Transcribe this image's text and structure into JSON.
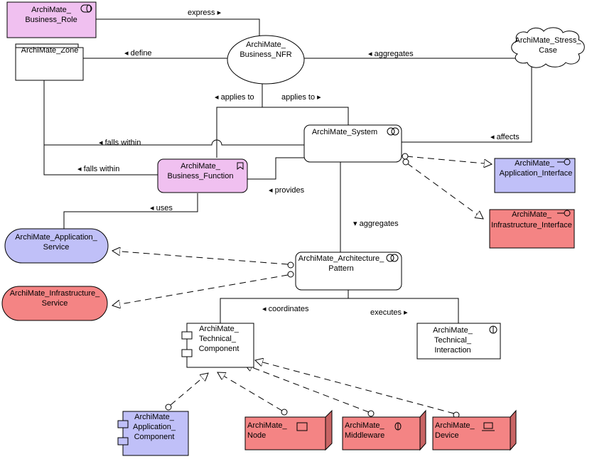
{
  "colors": {
    "business": "#F0C0F0",
    "application": "#C0C0F8",
    "infrastructure": "#F48484",
    "default": "#FFFFFF",
    "node_side": "#C86464"
  },
  "nodes": {
    "business_role": {
      "lines": [
        "ArchiMate_",
        "Business_Role"
      ],
      "icon": "role-icon"
    },
    "zone": {
      "lines": [
        "ArchiMate_Zone"
      ],
      "icon": "zone-tab-icon"
    },
    "business_nfr": {
      "lines": [
        "ArchiMate_",
        "Business_NFR"
      ],
      "icon": "ellipse-shape"
    },
    "stress_case": {
      "lines": [
        "ArchiMate_Stress_",
        "Case"
      ],
      "icon": "cloud-shape"
    },
    "system": {
      "lines": [
        "ArchiMate_System"
      ],
      "icon": "collaboration-icon"
    },
    "business_function": {
      "lines": [
        "ArchiMate_",
        "Business_Function"
      ],
      "icon": "function-bookmark-icon"
    },
    "application_interface": {
      "lines": [
        "ArchiMate_",
        "Application_Interface"
      ],
      "icon": "interface-icon"
    },
    "infrastructure_interface": {
      "lines": [
        "ArchiMate_",
        "Infrastructure_Interface"
      ],
      "icon": "interface-icon"
    },
    "application_service": {
      "lines": [
        "ArchiMate_Application_",
        "Service"
      ],
      "icon": "service-shape"
    },
    "infrastructure_service": {
      "lines": [
        "ArchiMate_Infrastructure_",
        "Service"
      ],
      "icon": "service-shape"
    },
    "architecture_pattern": {
      "lines": [
        "ArchiMate_Architecture_",
        "Pattern"
      ],
      "icon": "collaboration-icon"
    },
    "technical_component": {
      "lines": [
        "ArchiMate_",
        "Technical_",
        "Component"
      ],
      "icon": "component-icon"
    },
    "technical_interaction": {
      "lines": [
        "ArchiMate_",
        "Technical_",
        "Interaction"
      ],
      "icon": "interaction-icon"
    },
    "application_component": {
      "lines": [
        "ArchiMate_",
        "Application_",
        "Component"
      ],
      "icon": "component-icon"
    },
    "node": {
      "lines": [
        "ArchiMate_",
        "Node"
      ],
      "icon": "node-icon"
    },
    "middleware": {
      "lines": [
        "ArchiMate_",
        "Middleware"
      ],
      "icon": "middleware-icon"
    },
    "device": {
      "lines": [
        "ArchiMate_",
        "Device"
      ],
      "icon": "device-icon"
    }
  },
  "edges": {
    "express": "express ▸",
    "define": "◂ define",
    "aggregates_top": "◂ aggregates",
    "applies_to_left": "◂ applies to",
    "applies_to_right": "applies to ▸",
    "falls_within_upper": "◂ falls within",
    "falls_within_lower": "◂ falls within",
    "affects": "◂ affects",
    "provides": "◂ provides",
    "uses": "◂ uses",
    "aggregates_down": "▾ aggregates",
    "coordinates": "◂ coordinates",
    "executes": "executes ▸"
  }
}
